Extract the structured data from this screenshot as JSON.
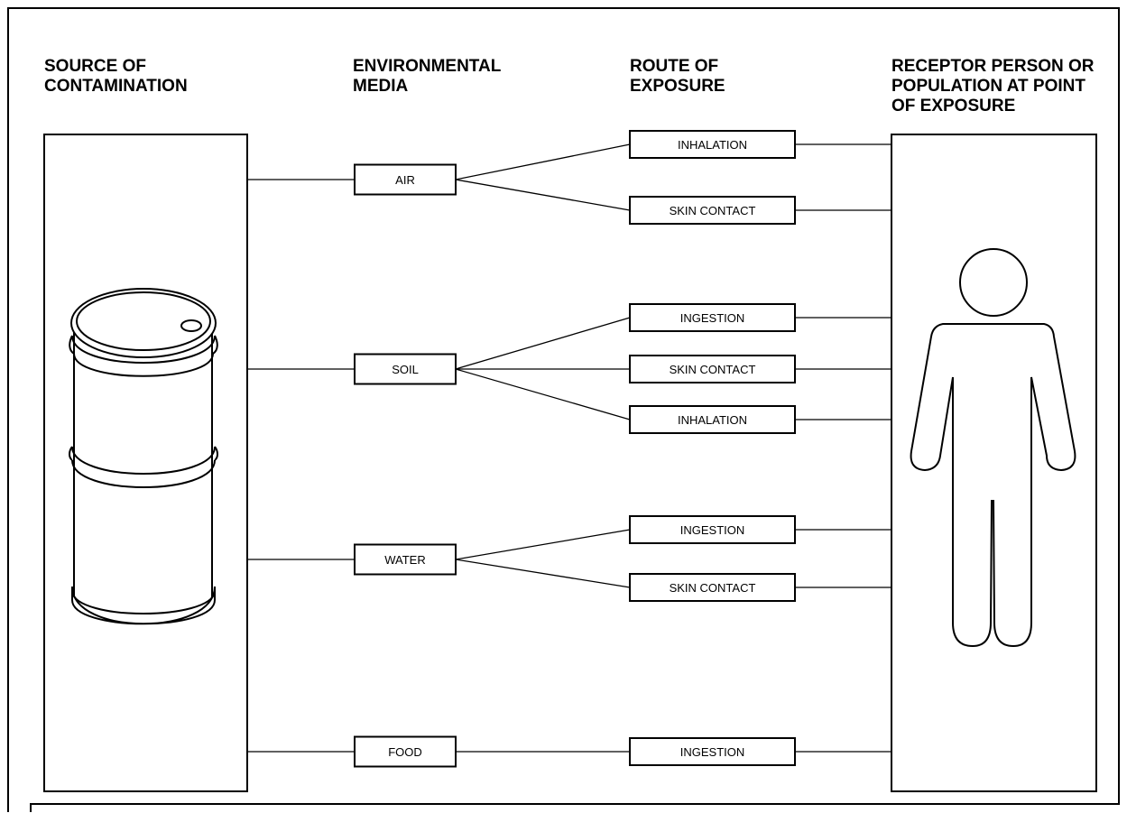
{
  "headers": {
    "source": [
      "SOURCE OF",
      "CONTAMINATION"
    ],
    "media": [
      "ENVIRONMENTAL",
      "MEDIA"
    ],
    "route": [
      "ROUTE OF",
      "EXPOSURE"
    ],
    "receptor": [
      "RECEPTOR PERSON OR",
      "POPULATION AT POINT",
      "OF EXPOSURE"
    ]
  },
  "media": [
    {
      "label": "AIR",
      "routes": [
        "INHALATION",
        "SKIN CONTACT"
      ]
    },
    {
      "label": "SOIL",
      "routes": [
        "INGESTION",
        "SKIN CONTACT",
        "INHALATION"
      ]
    },
    {
      "label": "WATER",
      "routes": [
        "INGESTION",
        "SKIN CONTACT"
      ]
    },
    {
      "label": "FOOD",
      "routes": [
        "INGESTION"
      ]
    }
  ],
  "icons": {
    "source": "barrel-icon",
    "receptor": "person-icon"
  },
  "colors": {
    "line": "#000000",
    "background": "#ffffff"
  }
}
